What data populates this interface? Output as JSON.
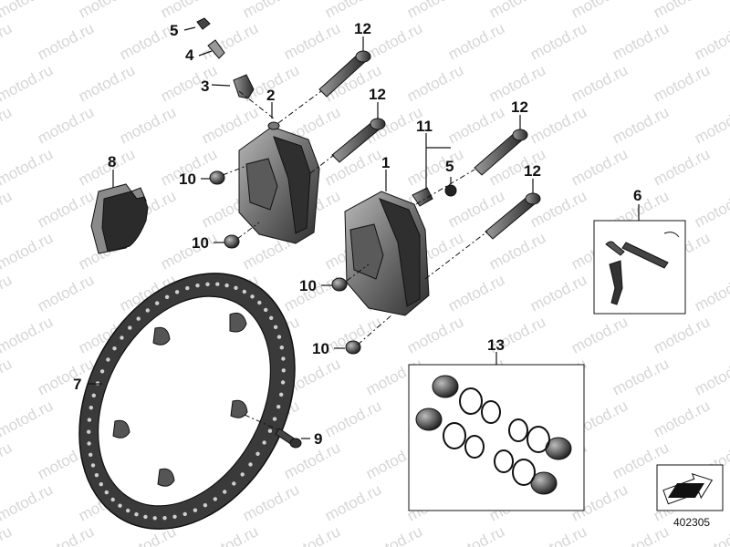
{
  "watermark": "motod.ru",
  "callouts": [
    "1",
    "2",
    "3",
    "4",
    "5",
    "6",
    "7",
    "8",
    "9",
    "10",
    "11",
    "12",
    "13"
  ],
  "diagram_id": "402305",
  "icon": "orientation-arrow-icon"
}
